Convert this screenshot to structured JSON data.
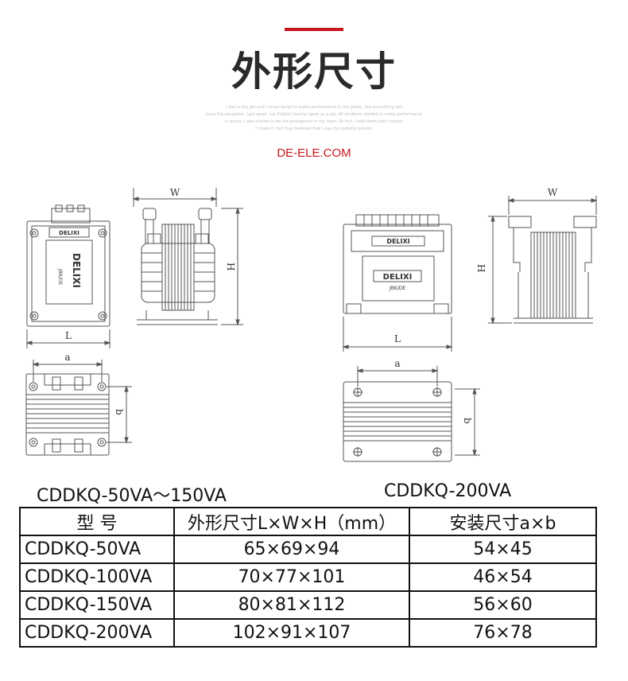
{
  "header": {
    "title": "外形尺寸",
    "tagline_lines": [
      "I was a shy girl and I never dared to make performance in the public, but everything will",
      "have the exception. Last week, our English teacher gave us a job. All students needed to make performance",
      "in group. I was chosen to be the protagonist in my team. At first, I told them that I couldn",
      "'t make it, but they believed that I was the suitable person."
    ],
    "website": "DE-ELE.COM"
  },
  "drawings": {
    "brand_label": "DELIXI",
    "model_label": "JBK/DE",
    "dim_L": "L",
    "dim_W": "W",
    "dim_H": "H",
    "dim_a": "a",
    "dim_b": "b"
  },
  "captions": {
    "left": "CDDKQ-50VA～150VA",
    "right": "CDDKQ-200VA"
  },
  "table": {
    "headers": [
      "型 号",
      "外形尺寸L×W×H（mm）",
      "安装尺寸a×b"
    ],
    "rows": [
      {
        "model": "CDDKQ-50VA",
        "outline": "65×69×94",
        "mounting": "54×45"
      },
      {
        "model": "CDDKQ-100VA",
        "outline": "70×77×101",
        "mounting": "46×54"
      },
      {
        "model": "CDDKQ-150VA",
        "outline": "80×81×112",
        "mounting": "56×60"
      },
      {
        "model": "CDDKQ-200VA",
        "outline": "102×91×107",
        "mounting": "76×78"
      }
    ]
  },
  "colors": {
    "accent": "#c8161d",
    "line": "#555555",
    "text": "#222222"
  }
}
